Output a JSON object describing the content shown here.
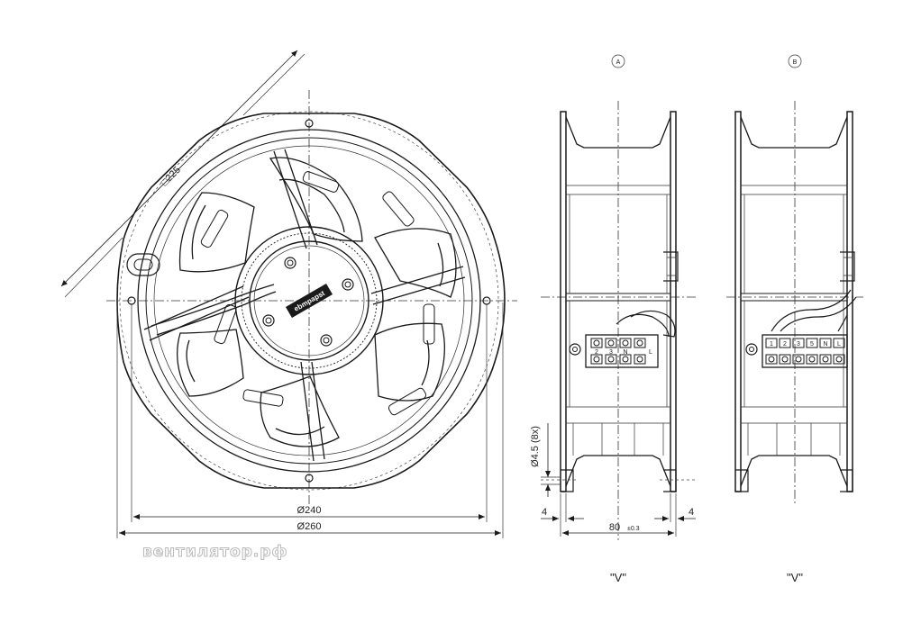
{
  "dimensions": {
    "square": "□225",
    "outer_diameter": "Ø260",
    "hole_circle": "Ø240",
    "hole_size": "Ø4.5 (8x)",
    "depth": "80",
    "depth_tolerance": "±0.3",
    "flange_left": "4",
    "flange_right": "4"
  },
  "views": {
    "a_marker": "A",
    "b_marker": "B",
    "a_caption": "\"V\"",
    "b_caption": "\"V\""
  },
  "hub_label": "ebmpapst",
  "watermark": "вентилятор.рф",
  "terminal_marks": {
    "a": [
      "2",
      "3",
      "N",
      "L"
    ],
    "b": [
      "1",
      "2",
      "3",
      "5",
      "N",
      "L"
    ]
  }
}
